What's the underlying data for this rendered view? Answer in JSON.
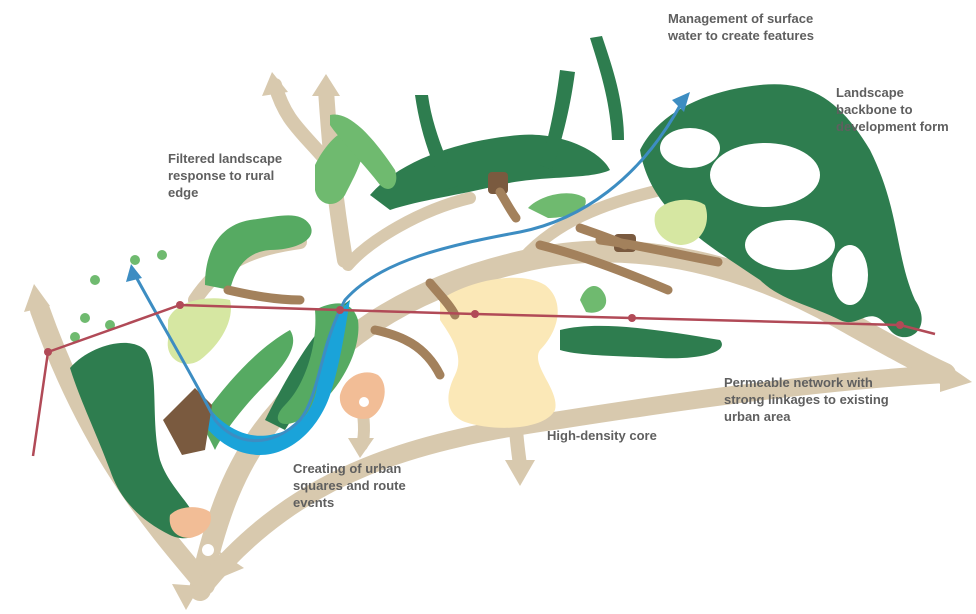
{
  "annotations": {
    "surface_water": [
      "Management of surface",
      "water to create features"
    ],
    "landscape_backbone": [
      "Landscape",
      "backbone to",
      "development form"
    ],
    "filtered_landscape": [
      "Filtered landscape",
      "response to rural",
      "edge"
    ],
    "permeable_network": [
      "Permeable network with",
      "strong linkages to existing",
      "urban area"
    ],
    "high_density_core": [
      "High-density core"
    ],
    "urban_squares": [
      "Creating of urban",
      "squares and route",
      "events"
    ]
  },
  "colors": {
    "road": "#d8c9ae",
    "dark_green": "#2e7d4f",
    "mid_green": "#56aa62",
    "light_green": "#6fba6f",
    "pale_green": "#d6e7a2",
    "water": "#1aa3d9",
    "water_arrow": "#3d8dc2",
    "brown": "#7a5a3f",
    "tan_link": "#a3815c",
    "core": "#fbe8b7",
    "peach": "#f2bd96",
    "red_line": "#b14a57",
    "label": "#5f5f5f"
  },
  "icons": {
    "road_arrow": "wide-arrowhead",
    "water_arrow": "blue-arrowhead",
    "node": "red-dot"
  }
}
